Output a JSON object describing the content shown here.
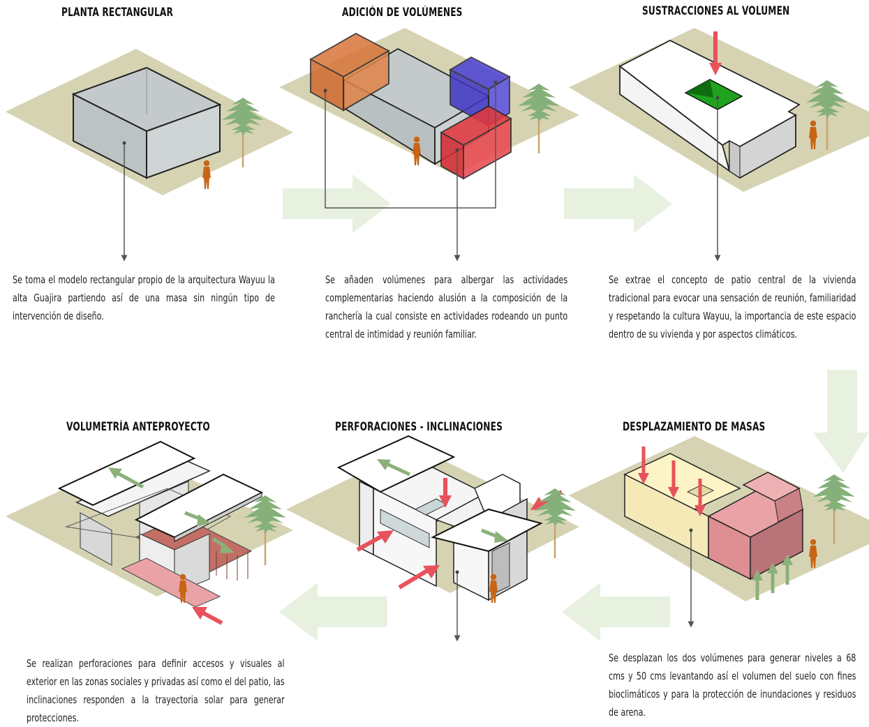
{
  "panels": [
    {
      "id": "planta-rectangular",
      "title": "PLANTA RECTANGULAR",
      "description": "Se toma el modelo rectangular propio de la arquitectura Wayuu la alta Guajira partiendo así de una masa sin ningún tipo de intervención de diseño."
    },
    {
      "id": "adicion-de-volumenes",
      "title": "ADICIÓN DE VOLÚMENES",
      "description": "Se añaden volúmenes para albergar las actividades complementarias haciendo alusión a la composición de la ranchería la cual consiste en actividades rodeando un punto central de intimidad y reunión familiar."
    },
    {
      "id": "sustracciones-al-volumen",
      "title": "SUSTRACCIONES AL VOLUMEN",
      "description": "Se extrae el concepto de patio central de la vivienda tradicional para evocar una sensación de reunión, familiaridad y respetando la cultura Wayuu, la importancia de este espacio dentro de su vivienda y por aspectos climáticos."
    },
    {
      "id": "volumetria-anteproyecto",
      "title": "VOLUMETRÍA ANTEPROYECTO",
      "description": "Se realizan perforaciones para definir accesos y visuales al exterior en las zonas sociales y privadas así como el del patio, las inclinaciones responden a la trayectoria solar para generar protecciones."
    },
    {
      "id": "perforaciones-inclinaciones",
      "title": "PERFORACIONES - INCLINACIONES",
      "description": ""
    },
    {
      "id": "desplazamiento-de-masas",
      "title": "DESPLAZAMIENTO DE MASAS",
      "description": "Se desplazan los dos volúmenes para generar niveles a 68 cms y 50 cms levantando así el volumen del suelo con fines bioclimáticos y para la protección de inundaciones y residuos de arena."
    }
  ],
  "colors": {
    "ground": "#d6d3b3",
    "box_gray": "#c4cacb",
    "volume_orange": "#d9743a",
    "volume_blue": "#4b3fd4",
    "volume_red": "#e0383f",
    "patio_green": "#1fa31f",
    "flow_arrow": "#e8f1e0",
    "person": "#c86414",
    "tree": "#86b07a",
    "red_arrow": "#e8525a",
    "green_arrow": "#8cb07a",
    "mass_yellow": "#fcf3c7",
    "mass_pink": "#e9a3a6"
  }
}
